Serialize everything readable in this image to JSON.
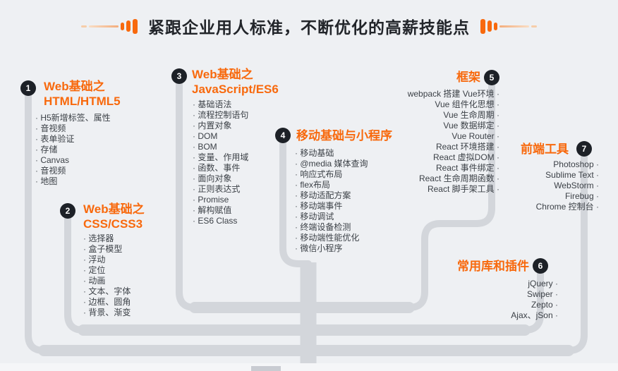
{
  "title": "紧跟企业用人标准，不断优化的高薪技能点",
  "colors": {
    "background": "#eef0f3",
    "accent_orange": "#f8690d",
    "path_gray": "#d3d6db",
    "badge_black": "#1d2127",
    "body_text": "#3c4147"
  },
  "sections": [
    {
      "number": "1",
      "title_line1": "Web基础之",
      "title_line2": "HTML/HTML5",
      "items": [
        "H5新增标签、属性",
        "音视频",
        "表单验证",
        "存储",
        "Canvas",
        "音视频",
        "地图"
      ]
    },
    {
      "number": "2",
      "title_line1": "Web基础之",
      "title_line2": "CSS/CSS3",
      "items": [
        "选择器",
        "盒子模型",
        "浮动",
        "定位",
        "动画",
        "文本、字体",
        "边框、圆角",
        "背景、渐变"
      ]
    },
    {
      "number": "3",
      "title_line1": "Web基础之",
      "title_line2": "JavaScript/ES6",
      "items": [
        "基础语法",
        "流程控制语句",
        "内置对象",
        "DOM",
        "BOM",
        "变量、作用域",
        "函数、事件",
        "面向对象",
        "正则表达式",
        "Promise",
        "解构赋值",
        "ES6 Class"
      ]
    },
    {
      "number": "4",
      "title_line1": "移动基础与小程序",
      "items": [
        "移动基础",
        "@media 媒体查询",
        "响应式布局",
        "flex布局",
        "移动适配方案",
        "移动端事件",
        "移动调试",
        "终端设备检测",
        "移动端性能优化",
        "微信小程序"
      ]
    },
    {
      "number": "5",
      "title_line1": "框架",
      "items": [
        "webpack 搭建 Vue环境",
        "Vue 组件化思想",
        "Vue 生命周期",
        "Vue 数据绑定",
        "Vue Router",
        "React 环境搭建",
        "React 虚拟DOM",
        "React 事件绑定",
        "React 生命周期函数",
        "React 脚手架工具"
      ]
    },
    {
      "number": "6",
      "title_line1": "常用库和插件",
      "items": [
        "jQuery",
        "Swiper",
        "Zepto",
        "Ajax、jSon"
      ]
    },
    {
      "number": "7",
      "title_line1": "前端工具",
      "items": [
        "Photoshop",
        "Sublime Text",
        "WebStorm",
        "Firebug",
        "Chrome 控制台"
      ]
    }
  ]
}
